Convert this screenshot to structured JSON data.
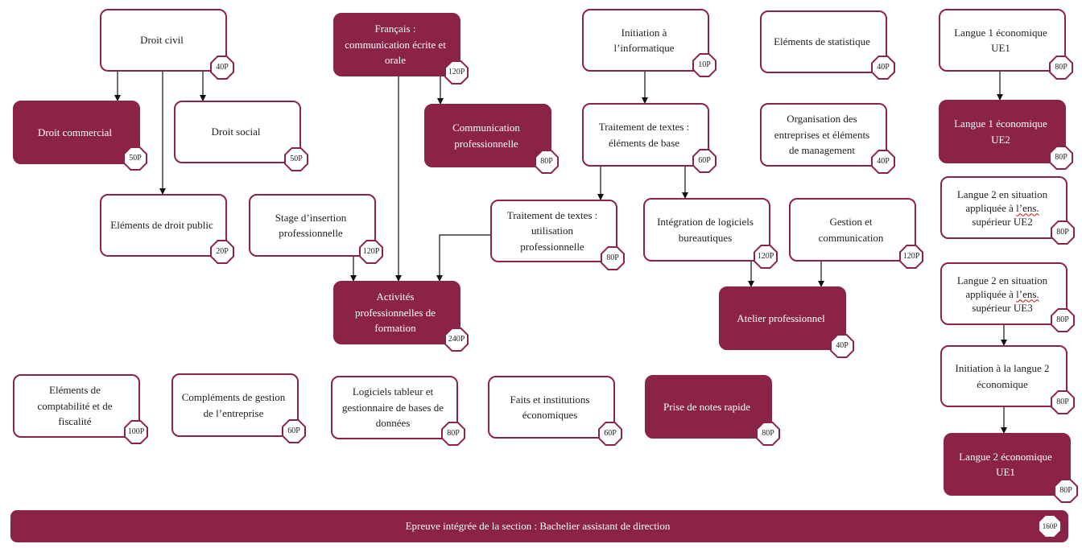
{
  "colors": {
    "primary": "#8b2346",
    "background": "#ffffff",
    "text_dark": "#222222",
    "text_light": "#ffffff"
  },
  "nodes": {
    "droit_civil": {
      "label": "Droit civil",
      "credits": "40P"
    },
    "droit_commercial": {
      "label": "Droit commercial",
      "credits": "50P"
    },
    "droit_social": {
      "label": "Droit social",
      "credits": "50P"
    },
    "elements_droit_public": {
      "label": "Eléments de droit public",
      "credits": "20P"
    },
    "francais_communication": {
      "label": "Français : communication écrite et orale",
      "credits": "120P"
    },
    "communication_professionnelle": {
      "label": "Communication professionnelle",
      "credits": "80P"
    },
    "stage_insertion": {
      "label": "Stage d’insertion professionnelle",
      "credits": "120P"
    },
    "activites_professionnelles": {
      "label": "Activités professionnelles de formation",
      "credits": "240P"
    },
    "initiation_informatique": {
      "label": "Initiation à l’informatique",
      "credits": "10P"
    },
    "traitement_textes_base": {
      "label": "Traitement de textes : éléments de base",
      "credits": "60P"
    },
    "traitement_textes_utilisation": {
      "label": "Traitement de textes : utilisation professionnelle",
      "credits": "80P"
    },
    "integration_logiciels": {
      "label": "Intégration de logiciels bureautiques",
      "credits": "120P"
    },
    "gestion_communication": {
      "label": "Gestion et communication",
      "credits": "120P"
    },
    "atelier_professionnel": {
      "label": "Atelier professionnel",
      "credits": "40P"
    },
    "elements_statistique": {
      "label": "Eléments de statistique",
      "credits": "40P"
    },
    "organisation_entreprises": {
      "label": "Organisation des entreprises et éléments de management",
      "credits": "40P"
    },
    "langue1_ue1": {
      "label": "Langue 1 économique UE1",
      "credits": "80P"
    },
    "langue1_ue2": {
      "label": "Langue 1 économique UE2",
      "credits": "80P"
    },
    "langue2_situation_ue2": {
      "label_pre": "Langue 2 en situation appliquée à ",
      "label_spell": "l’ens.",
      "label_post": " supérieur UE2",
      "credits": "80P"
    },
    "langue2_situation_ue3": {
      "label_pre": "Langue 2 en situation appliquée à ",
      "label_spell": "l’ens.",
      "label_post": " supérieur UE3",
      "credits": "80P"
    },
    "initiation_langue2": {
      "label": "Initiation à la langue 2 économique",
      "credits": "80P"
    },
    "langue2_ue1": {
      "label": "Langue 2 économique UE1",
      "credits": "80P"
    },
    "elements_comptabilite": {
      "label": "Eléments de comptabilité et de fiscalité",
      "credits": "100P"
    },
    "complements_gestion": {
      "label": "Compléments de gestion de l’entreprise",
      "credits": "60P"
    },
    "logiciels_tableur": {
      "label": "Logiciels tableur et gestionnaire de bases de données",
      "credits": "80P"
    },
    "faits_institutions": {
      "label": "Faits et institutions économiques",
      "credits": "60P"
    },
    "prise_notes": {
      "label": "Prise de notes rapide",
      "credits": "80P"
    },
    "epreuve_integree": {
      "label": "Epreuve intégrée de la section : Bachelier assistant de direction",
      "credits": "160P"
    }
  }
}
